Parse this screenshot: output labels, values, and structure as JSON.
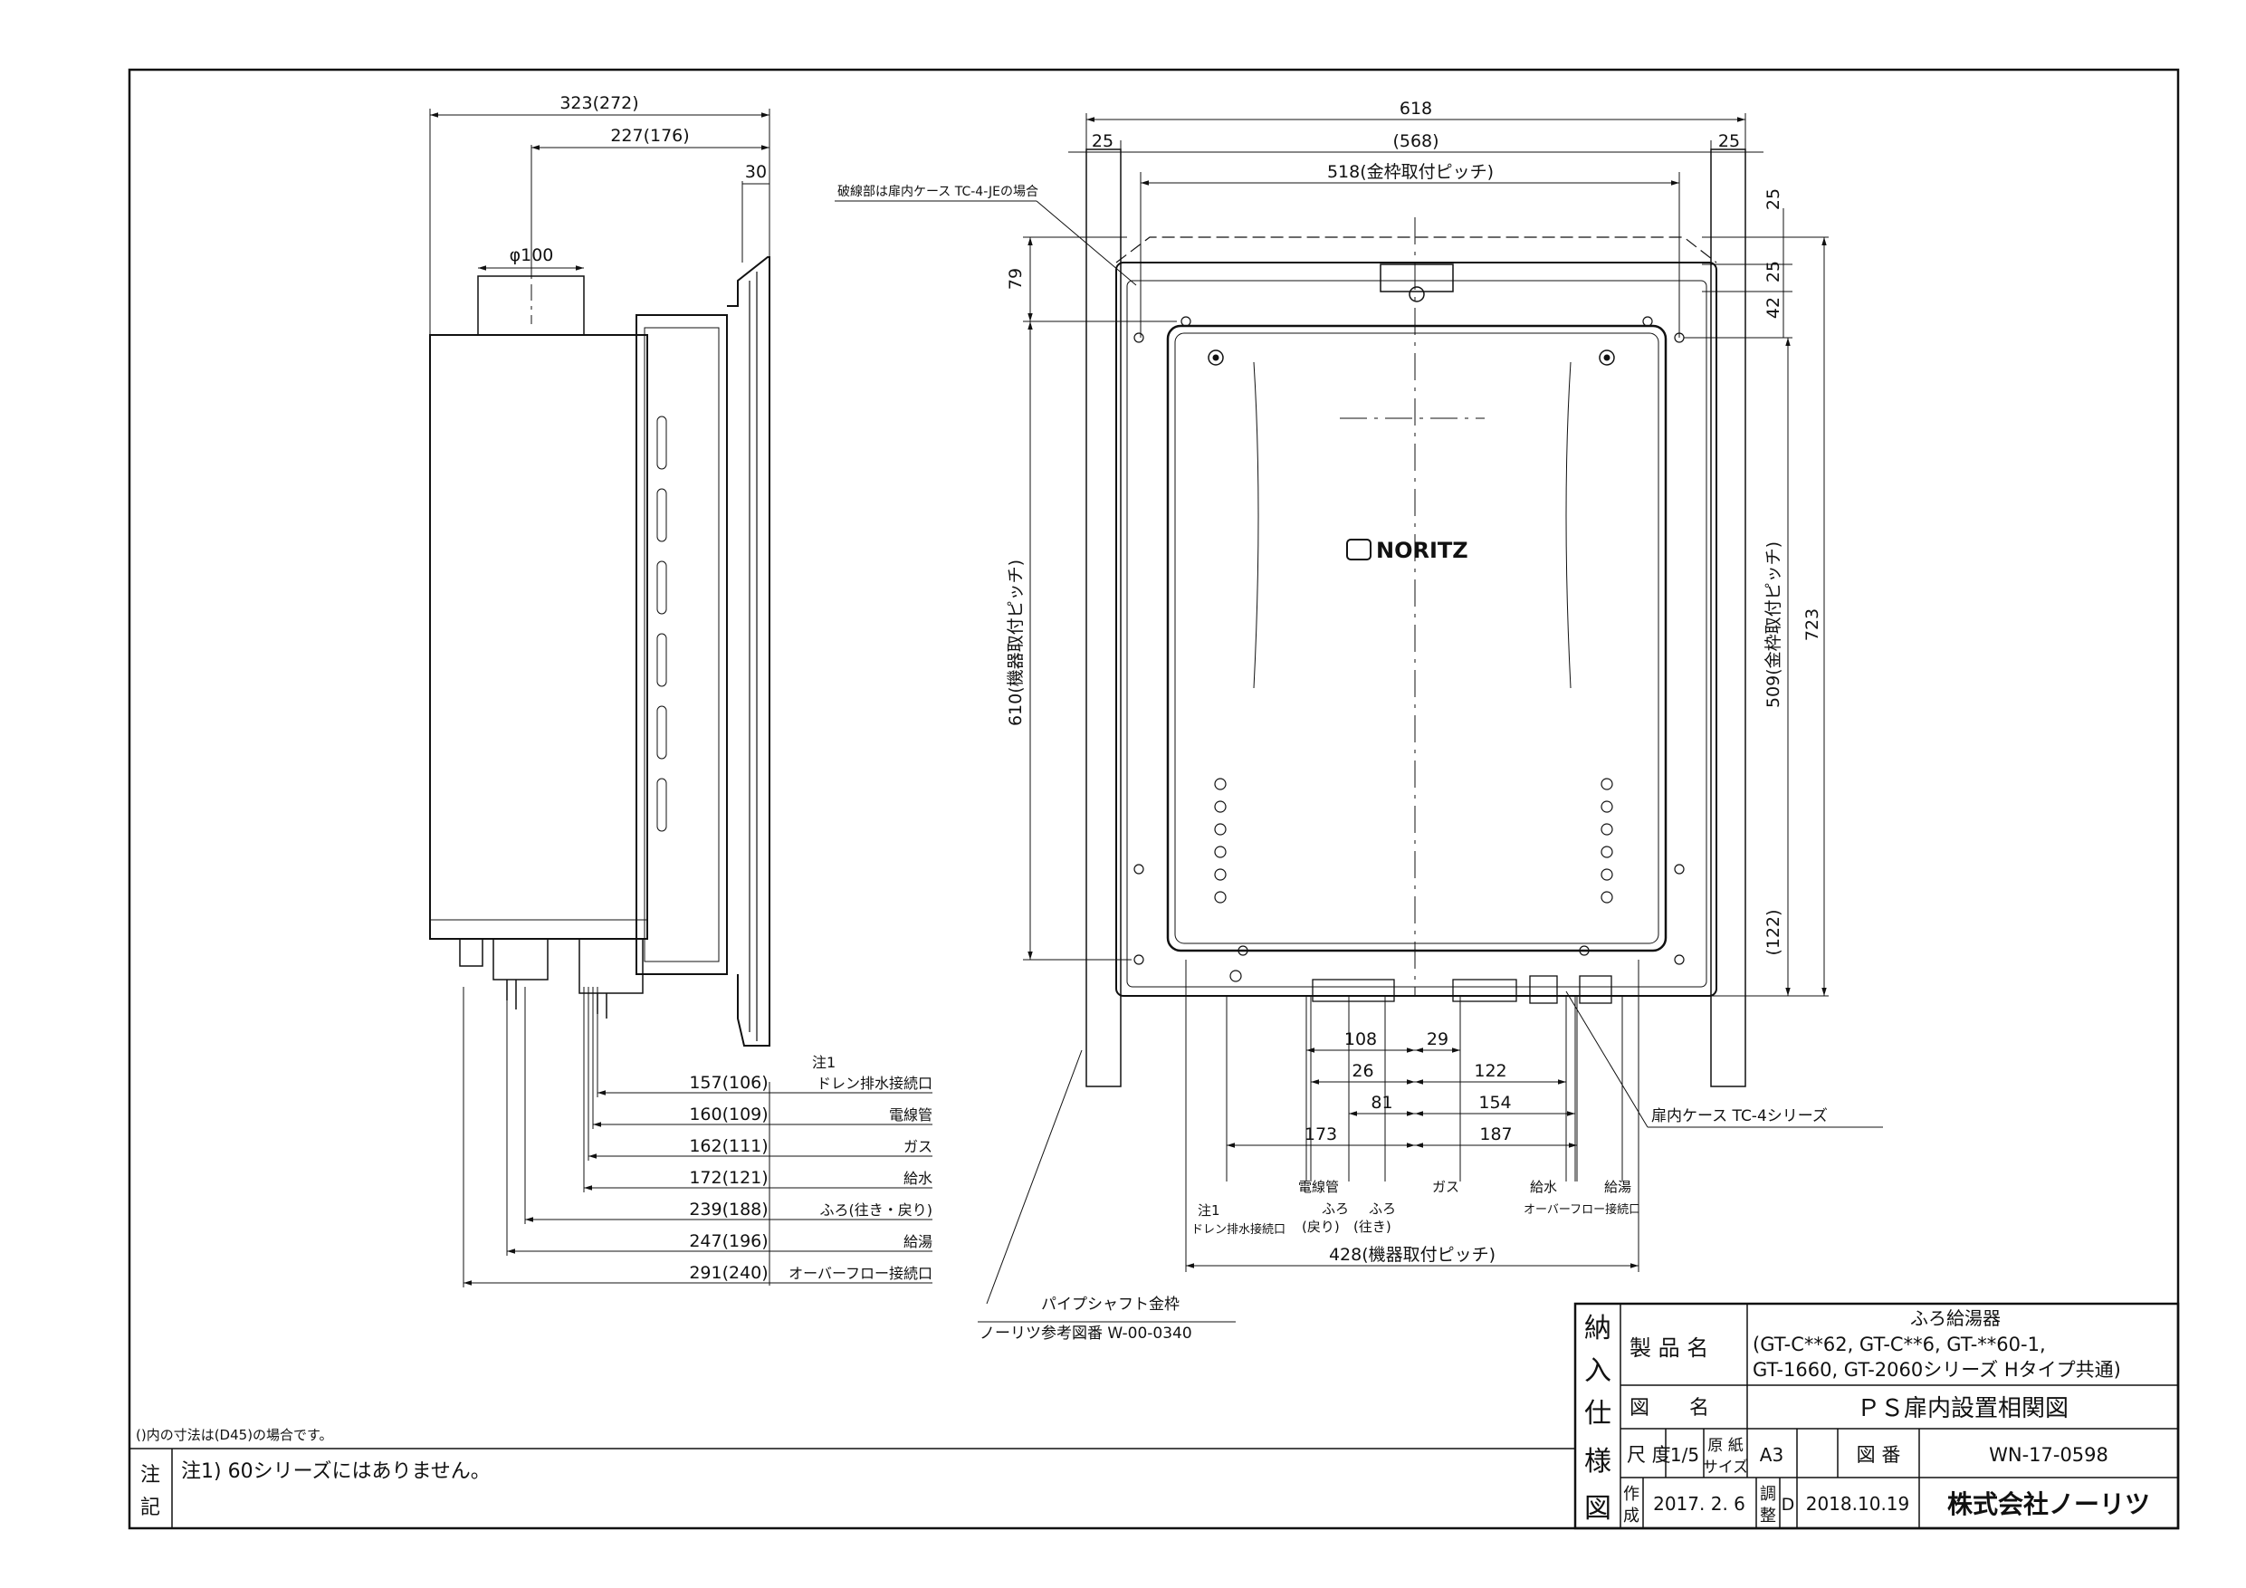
{
  "side_view": {
    "dims": {
      "d323": "323(272)",
      "d227": "227(176)",
      "d30": "30",
      "d100": "φ100"
    },
    "connections": [
      {
        "dim": "157(106)",
        "label": "ドレン排水接続口",
        "note": "注1"
      },
      {
        "dim": "160(109)",
        "label": "電線管"
      },
      {
        "dim": "162(111)",
        "label": "ガス"
      },
      {
        "dim": "172(121)",
        "label": "給水"
      },
      {
        "dim": "239(188)",
        "label": "ふろ(往き・戻り)"
      },
      {
        "dim": "247(196)",
        "label": "給湯"
      },
      {
        "dim": "291(240)",
        "label": "オーバーフロー接続口"
      }
    ]
  },
  "front_view": {
    "dims": {
      "d618": "618",
      "d25a": "25",
      "d568": "(568)",
      "d25b": "25",
      "d518": "518(金枠取付ピッチ)",
      "d79": "79",
      "d610": "610(機器取付ピッチ)",
      "r25a": "25",
      "r25b": "25",
      "r42": "42",
      "r509": "509(金枠取付ピッチ)",
      "r723": "723",
      "r122": "(122)",
      "b108": "108",
      "b29": "29",
      "b26": "26",
      "b122": "122",
      "b81": "81",
      "b154": "154",
      "b173": "173",
      "b187": "187",
      "b428": "428(機器取付ピッチ)"
    },
    "brand": "NORITZ",
    "callouts": {
      "dashed_note": "破線部は扉内ケース TC-4-JEの場合",
      "case_note": "扉内ケース TC-4シリーズ",
      "shaft_1": "パイプシャフト金枠",
      "shaft_2": "ノーリツ参考図番 W-00-0340"
    },
    "bottom_labels": {
      "drain_note": "注1",
      "drain": "ドレン排水接続口",
      "conduit": "電線管",
      "bath_return_1": "ふろ",
      "bath_return_2": "(戻り)",
      "bath_go_1": "ふろ",
      "bath_go_2": "(往き)",
      "gas": "ガス",
      "water": "給水",
      "overflow": "オーバーフロー接続口",
      "hot": "給湯"
    }
  },
  "notes": {
    "paren_note": "()内の寸法は(D45)の場合です。",
    "label_a": "注",
    "label_b": "記",
    "note1": "注1) 60シリーズにはありません。"
  },
  "title_block": {
    "stamp_chars": [
      "納",
      "入",
      "仕",
      "様",
      "図"
    ],
    "product_label": "製 品 名",
    "product_title": "ふろ給湯器",
    "product_line1": "(GT-C**62, GT-C**6, GT-**60-1,",
    "product_line2": "GT-1660, GT-2060シリーズ Hタイプ共通)",
    "drawing_label": "図　　名",
    "drawing_name": "ＰＳ扉内設置相関図",
    "scale_label": "尺 度",
    "scale_value": "1/5",
    "paper_label_1": "原 紙",
    "paper_label_2": "サイズ",
    "paper_value": "A3",
    "number_label": "図 番",
    "number_value": "WN-17-0598",
    "created_label_1": "作",
    "created_label_2": "成",
    "created_date": "2017. 2. 6",
    "checked_label_1": "調",
    "checked_label_2": "整",
    "rev": "D",
    "checked_date": "2018.10.19",
    "company": "株式会社ノーリツ"
  }
}
